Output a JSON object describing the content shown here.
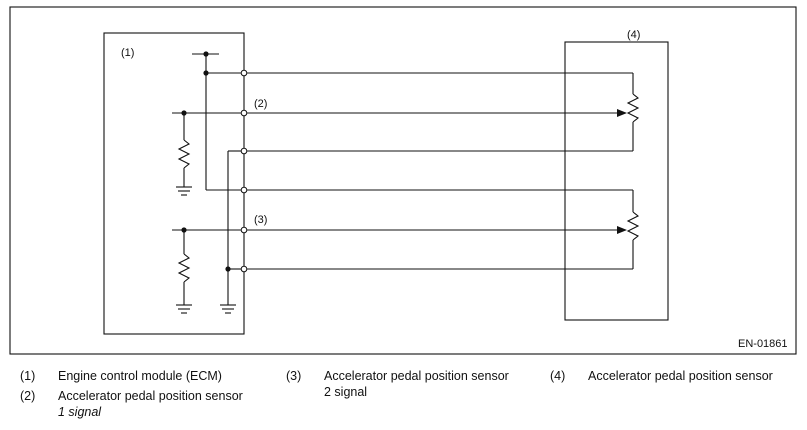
{
  "diagram": {
    "code": "EN-01861",
    "callouts": {
      "ecm": "(1)",
      "signal1": "(2)",
      "signal2": "(3)",
      "sensor": "(4)"
    }
  },
  "legend": [
    {
      "num": "(1)",
      "line1": "Engine control module (ECM)",
      "line2": ""
    },
    {
      "num": "(2)",
      "line1": "Accelerator pedal position sensor",
      "line2": "1 signal"
    },
    {
      "num": "(3)",
      "line1": "Accelerator pedal position sensor",
      "line2": "2 signal"
    },
    {
      "num": "(4)",
      "line1": "Accelerator pedal position sensor",
      "line2": ""
    }
  ]
}
